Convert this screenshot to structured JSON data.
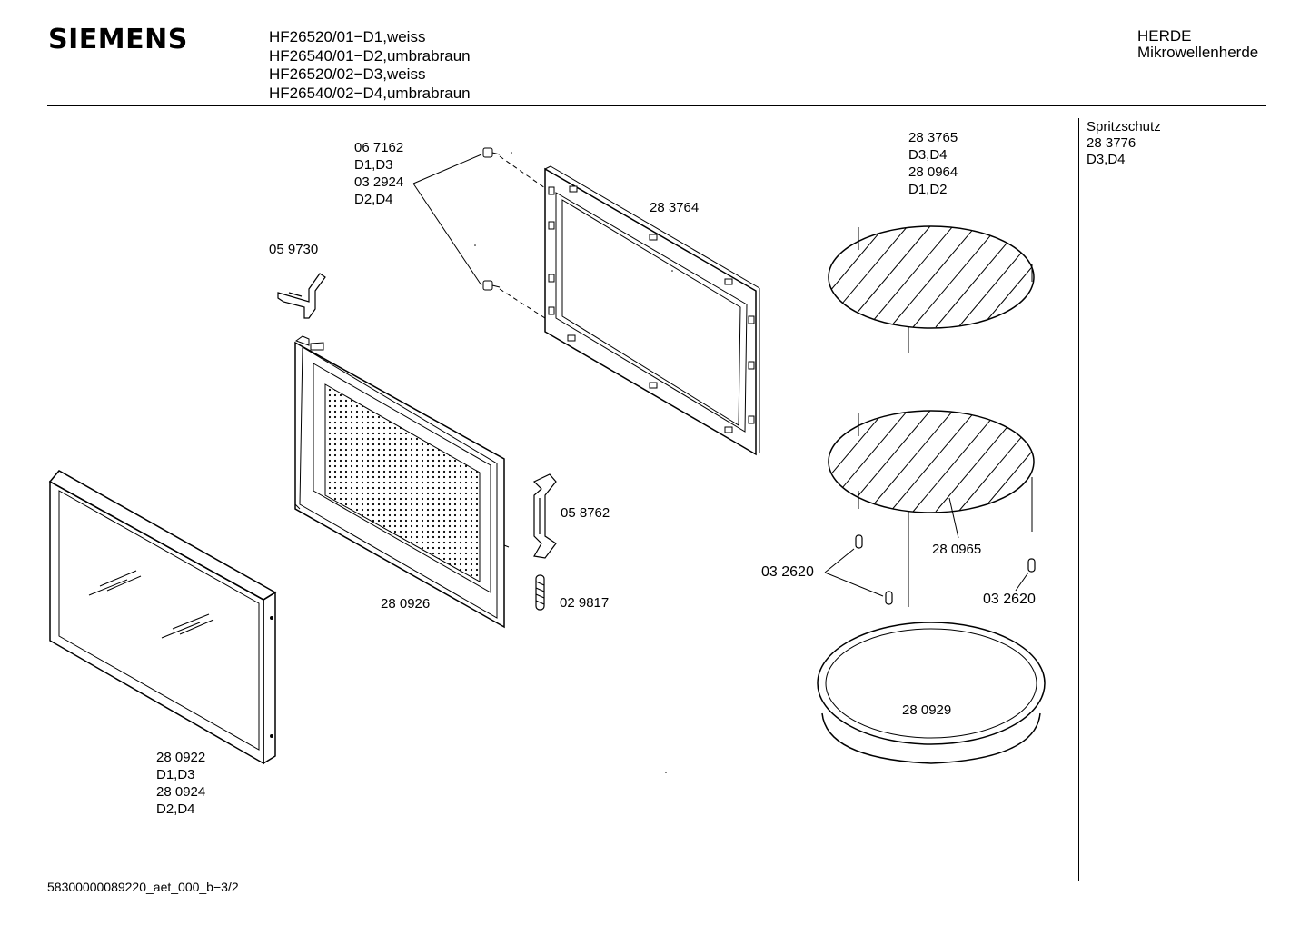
{
  "header": {
    "brand": "SIEMENS",
    "models": [
      "HF26520/01−D1,weiss",
      "HF26540/01−D2,umbrabraun",
      "HF26520/02−D3,weiss",
      "HF26540/02−D4,umbrabraun"
    ],
    "category_line1": "HERDE",
    "category_line2": "Mikrowellenherde"
  },
  "side_note": {
    "title": "Spritzschutz",
    "part": "28 3776",
    "variants": "D3,D4"
  },
  "parts": {
    "screws": {
      "lines": [
        "06 7162",
        "D1,D3",
        "03 2924",
        "D2,D4"
      ]
    },
    "bracket": {
      "label": "05 9730"
    },
    "inner_frame": {
      "label": "28 3764"
    },
    "rack_upper": {
      "lines": [
        "28 3765",
        "D3,D4",
        "28 0964",
        "D1,D2"
      ]
    },
    "rack_lower": {
      "label": "28 0965"
    },
    "door_inner": {
      "label": "28 0926"
    },
    "hinge": {
      "label": "05 8762"
    },
    "spring": {
      "label": "02 9817"
    },
    "feet_left": {
      "label": "03 2620"
    },
    "feet_right": {
      "label": "03 2620"
    },
    "tray": {
      "label": "28 0929"
    },
    "glass_panel": {
      "lines": [
        "28 0922",
        "D1,D3",
        "28 0924",
        "D2,D4"
      ]
    }
  },
  "footer": {
    "doc_id": "58300000089220_aet_000_b−3/2"
  }
}
